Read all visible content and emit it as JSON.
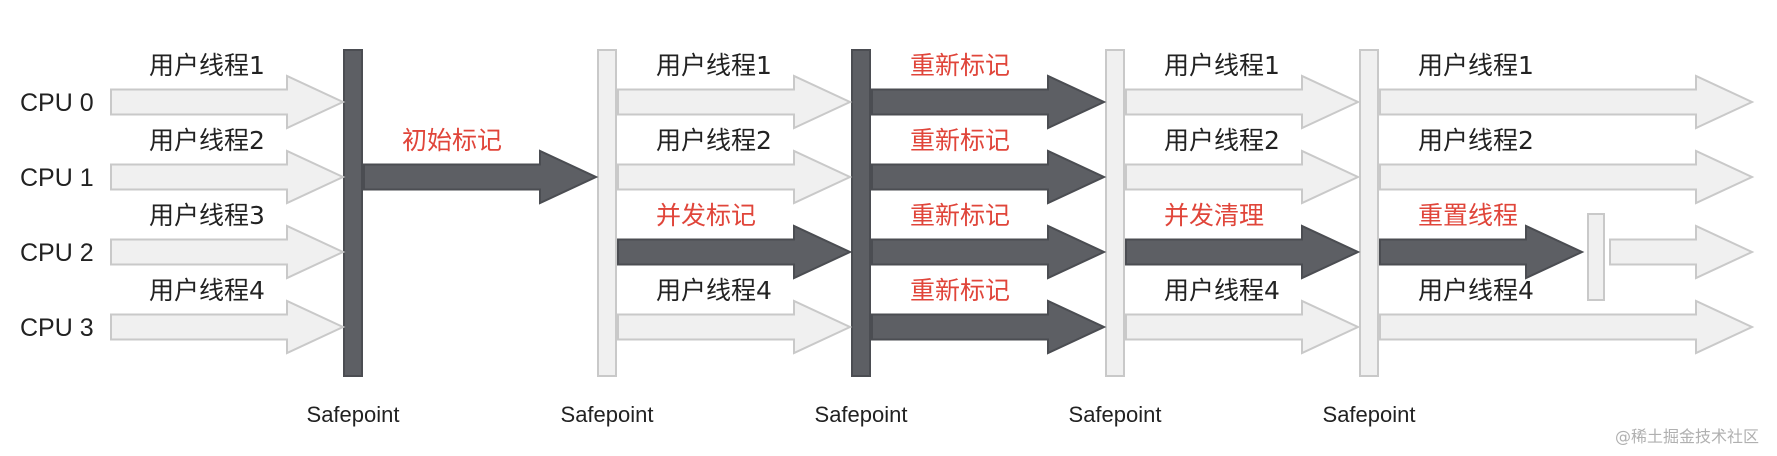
{
  "colors": {
    "dark_fill": "#5d5f64",
    "dark_stroke": "#4b4d52",
    "light_fill": "#f0f0f0",
    "light_stroke": "#c9c9c9",
    "label_text": "#222222",
    "task_text": "#e0453a",
    "watermark": "#b0b0b0"
  },
  "cpus": [
    "CPU 0",
    "CPU 1",
    "CPU 2",
    "CPU 3"
  ],
  "safepoint_label": "Safepoint",
  "safepoints": [
    {
      "style": "dark"
    },
    {
      "style": "light"
    },
    {
      "style": "dark"
    },
    {
      "style": "light"
    },
    {
      "style": "light"
    }
  ],
  "segments": [
    {
      "lanes": [
        {
          "cpu": 0,
          "label": "用户线程1",
          "type": "user"
        },
        {
          "cpu": 1,
          "label": "用户线程2",
          "type": "user"
        },
        {
          "cpu": 2,
          "label": "用户线程3",
          "type": "user"
        },
        {
          "cpu": 3,
          "label": "用户线程4",
          "type": "user"
        }
      ]
    },
    {
      "lanes": [
        {
          "cpu": 1,
          "label": "初始标记",
          "type": "gc"
        }
      ]
    },
    {
      "lanes": [
        {
          "cpu": 0,
          "label": "用户线程1",
          "type": "user"
        },
        {
          "cpu": 1,
          "label": "用户线程2",
          "type": "user"
        },
        {
          "cpu": 2,
          "label": "并发标记",
          "type": "gc"
        },
        {
          "cpu": 3,
          "label": "用户线程4",
          "type": "user"
        }
      ]
    },
    {
      "lanes": [
        {
          "cpu": 0,
          "label": "重新标记",
          "type": "gc"
        },
        {
          "cpu": 1,
          "label": "重新标记",
          "type": "gc"
        },
        {
          "cpu": 2,
          "label": "重新标记",
          "type": "gc"
        },
        {
          "cpu": 3,
          "label": "重新标记",
          "type": "gc"
        }
      ]
    },
    {
      "lanes": [
        {
          "cpu": 0,
          "label": "用户线程1",
          "type": "user"
        },
        {
          "cpu": 1,
          "label": "用户线程2",
          "type": "user"
        },
        {
          "cpu": 2,
          "label": "并发清理",
          "type": "gc"
        },
        {
          "cpu": 3,
          "label": "用户线程4",
          "type": "user"
        }
      ]
    },
    {
      "lanes": [
        {
          "cpu": 0,
          "label": "用户线程1",
          "type": "user"
        },
        {
          "cpu": 1,
          "label": "用户线程2",
          "type": "user"
        },
        {
          "cpu": 2,
          "label": "重置线程",
          "type": "gc"
        },
        {
          "cpu": 2,
          "label": "",
          "type": "user"
        },
        {
          "cpu": 3,
          "label": "用户线程4",
          "type": "user"
        }
      ]
    }
  ],
  "watermark": "@稀土掘金技术社区"
}
